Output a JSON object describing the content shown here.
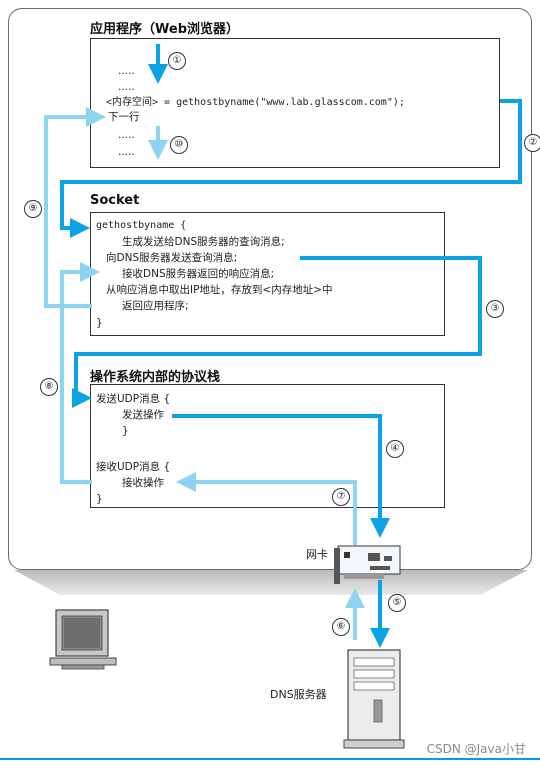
{
  "colors": {
    "request_arrow": "#0aa4e4",
    "response_arrow": "#8fd3f2",
    "frame": "#6a6a6a"
  },
  "app": {
    "title": "应用程序（Web浏览器）",
    "lines": [
      ".....",
      ".....",
      "<内存空间> = gethostbyname(\"www.lab.glasscom.com\");",
      "下一行",
      ".....",
      "....."
    ]
  },
  "socket": {
    "title": "Socket",
    "lines": [
      "gethostbyname  {",
      "生成发送给DNS服务器的查询消息;",
      "向DNS服务器发送查询消息;",
      "接收DNS服务器返回的响应消息;",
      "从响应消息中取出IP地址，存放到<内存地址>中",
      "返回应用程序;",
      "}"
    ]
  },
  "os": {
    "title": "操作系统内部的协议栈",
    "lines": [
      "发送UDP消息  {",
      "发送操作",
      "}",
      "接收UDP消息  {",
      "接收操作",
      "}"
    ]
  },
  "nic": {
    "label": "网卡",
    "icon": "network-card-icon"
  },
  "client": {
    "icon": "computer-monitor-icon"
  },
  "dns": {
    "label": "DNS服务器",
    "icon": "server-tower-icon"
  },
  "steps": [
    "①",
    "②",
    "③",
    "④",
    "⑤",
    "⑥",
    "⑦",
    "⑧",
    "⑨",
    "⑩"
  ],
  "watermark": "CSDN @Java小甘"
}
